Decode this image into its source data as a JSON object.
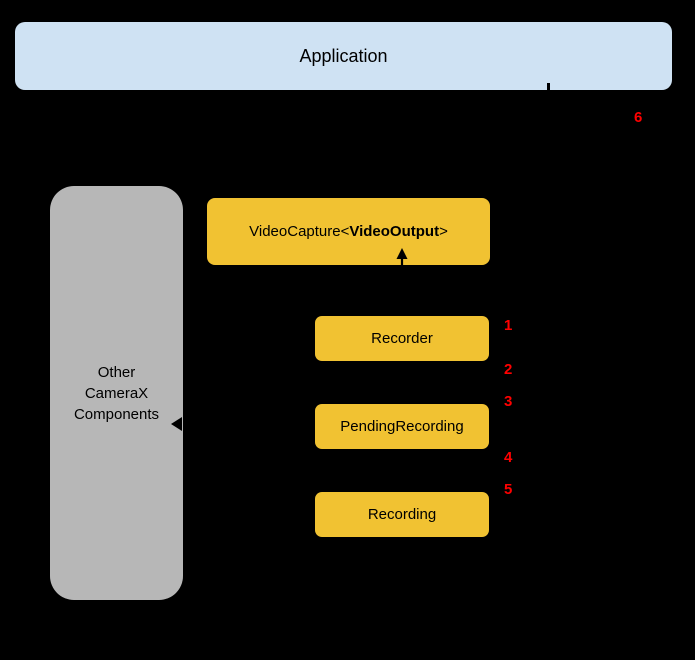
{
  "colors": {
    "background": "#000000",
    "application_fill": "#cfe2f3",
    "components_fill": "#b7b7b7",
    "node_fill": "#f1c232",
    "step_number_color": "#ff0000",
    "label_color": "#000000",
    "arrow_color": "#000000"
  },
  "diagram": {
    "application": {
      "label": "Application"
    },
    "other_components": {
      "lines": [
        "Other",
        "CameraX",
        "Components"
      ]
    },
    "video_capture": {
      "prefix": "VideoCapture<",
      "bold": "VideoOutput",
      "suffix": ">"
    },
    "nodes": [
      {
        "label": "Recorder"
      },
      {
        "label": "PendingRecording"
      },
      {
        "label": "Recording"
      }
    ],
    "steps": [
      "1",
      "2",
      "3",
      "4",
      "5",
      "6"
    ],
    "icons": [
      {
        "name": "arrow-up-into-videocapture-icon",
        "glyph": "↑"
      },
      {
        "name": "arrow-left-into-components-icon",
        "glyph": "←"
      },
      {
        "name": "arrow-application-down-icon",
        "glyph": "|"
      }
    ]
  }
}
